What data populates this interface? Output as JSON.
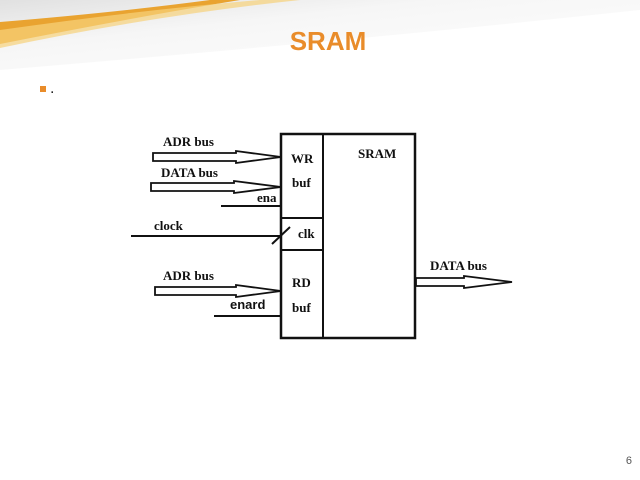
{
  "slide": {
    "title": "SRAM",
    "bullet_text": ".",
    "page_number": "6",
    "accent_color": "#e98c2a"
  },
  "diagram": {
    "block_label": "SRAM",
    "wr_label": "WR",
    "wr_buf_label": "buf",
    "clk_label": "clk",
    "rd_label": "RD",
    "rd_buf_label": "buf",
    "inputs": {
      "adr_bus_write": "ADR bus",
      "data_bus_in": "DATA bus",
      "ena": "ena",
      "clock": "clock",
      "adr_bus_read": "ADR bus",
      "enard": "enard"
    },
    "output": {
      "data_bus_out": "DATA bus"
    }
  }
}
